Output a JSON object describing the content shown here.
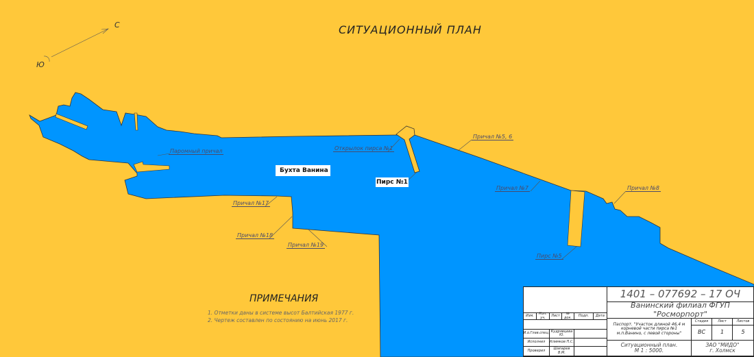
{
  "title": "СИТУАЦИОННЫЙ ПЛАН",
  "compass": {
    "north": "С",
    "south": "Ю"
  },
  "bay_label": "Бухта Ванина",
  "pier_label": "Пирс №1",
  "labels": {
    "ferry": "Паромный причал",
    "wing": "Открылок пирса №1",
    "berth56": "Причал №5, 6",
    "berth7": "Причал №7",
    "berth8": "Причал №8",
    "pier5": "Пирс №5",
    "berth17": "Причал №17",
    "berth18": "Причал №18",
    "berth19": "Причал №19"
  },
  "notes": {
    "heading": "ПРИМЕЧАНИЯ",
    "items": [
      "1. Отметки даны в системе высот Балтийская 1977 г.",
      "2. Чертеж составлен по состоянию на июнь 2017 г."
    ]
  },
  "title_block": {
    "code": "1401 – 077692 – 17 ОЧ",
    "organization": "Ванинский филиал ФГУП \"Росморпорт\"",
    "description": "Паспорт. \"Участок длиной 46,4 м корневой части пирса №1 м.п.Ванино, с левой стороны\"",
    "headers": [
      "Изм.",
      "Кол. уч.",
      "Лист",
      "№ док.",
      "Подп.",
      "Дата"
    ],
    "stage_header": "Стадия",
    "sheet_header": "Лист",
    "sheets_header": "Листов",
    "stage": "ВС",
    "sheet": "1",
    "sheets": "5",
    "roles": [
      {
        "role": "И.о.Глав.спец.",
        "name": "Кудрявцева Ю."
      },
      {
        "role": "Исполнил",
        "name": "Климков П.С."
      },
      {
        "role": "Проверил",
        "name": "Шапарев В.М."
      }
    ],
    "drawing_title": "Ситуационный план.",
    "scale": "М 1 : 5000.",
    "company": "ЗАО \"МИДО\"",
    "city": "г. Холмск"
  },
  "colors": {
    "land": "#FFC83A",
    "water": "#0095FF"
  }
}
